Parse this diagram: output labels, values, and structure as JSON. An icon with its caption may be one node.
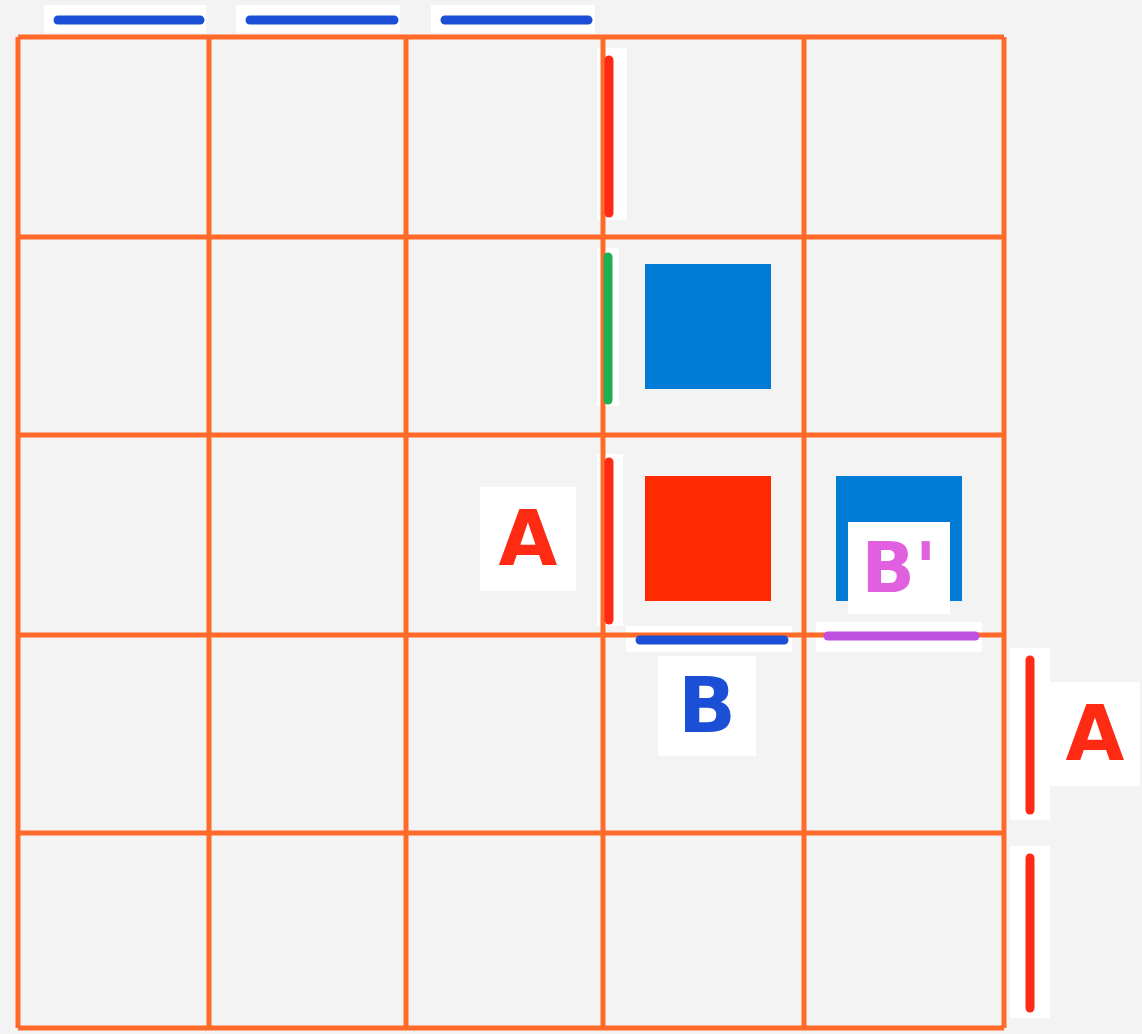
{
  "diagram": {
    "labels": [
      "A",
      "B'",
      "B",
      "A"
    ]
  }
}
